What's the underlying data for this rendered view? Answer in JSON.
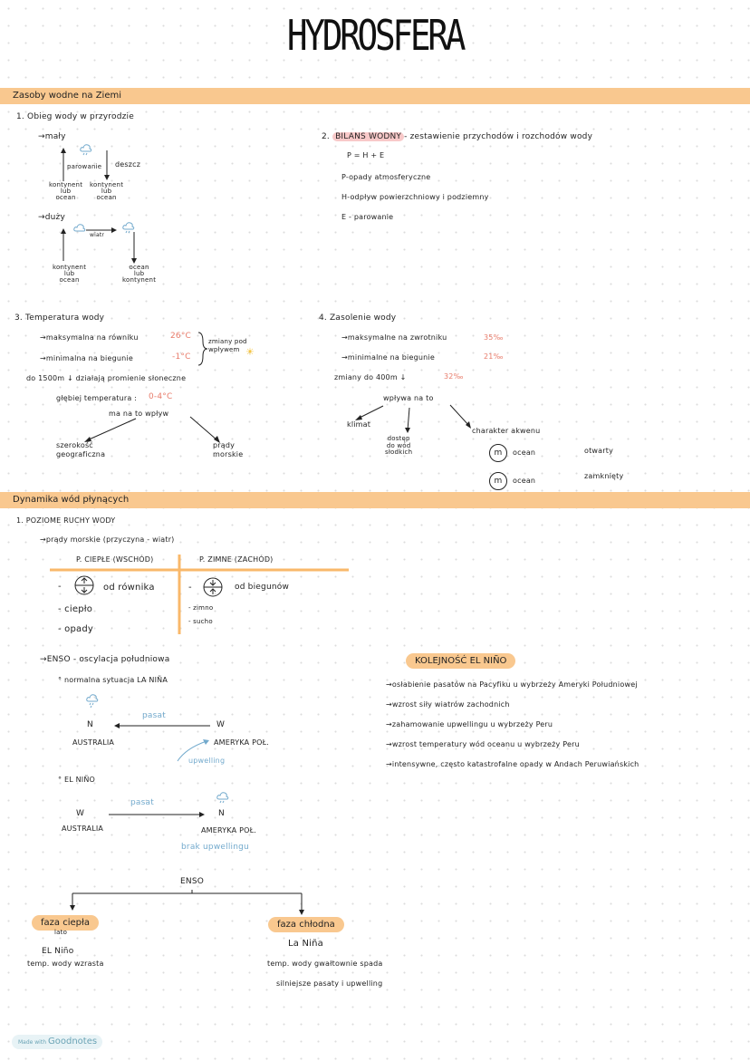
{
  "title": "HYDROSFERA",
  "sec1": {
    "band": "Zasoby wodne na Ziemi",
    "obieg": {
      "heading": "1. Obieg wody w przyrodzie",
      "maly": "→mały",
      "parowanie": "parowanie",
      "deszcz": "deszcz",
      "src": "kontynent\nlub\nocean",
      "dst": "kontynent\nlub\nocean",
      "duzy": "→duży",
      "wiatr": "wiatr",
      "src2": "kontynent\nlub\nocean",
      "dst2": "ocean\nlub\nkontynent"
    },
    "bilans": {
      "num": "2.",
      "term": "BILANS WODNY",
      "def": "- zestawienie przychodów i rozchodów wody",
      "formula": "P = H + E",
      "p": "P-opady atmosferyczne",
      "h": "H-odpływ powierzchniowy i podziemny",
      "e": "E - parowanie"
    },
    "temp": {
      "heading": "3. Temperatura wody",
      "max_label": "→maksymalna na równiku",
      "max_val": "26°C",
      "min_label": "→minimalna na biegunie",
      "min_val": "-1°C",
      "zmiany": "zmiany pod\nwpływem",
      "line3": "do 1500m ↓ działają promienie słoneczne",
      "deep_label": "głębiej temperatura :",
      "deep_val": "0-4°C",
      "wplyw": "ma na to wpływ",
      "szer": "szerokość\ngeograficzna",
      "prady": "prądy\nmorskie"
    },
    "zasolenie": {
      "heading": "4. Zasolenie wody",
      "max_label": "→maksymalne na zwrotniku",
      "max_val": "35‰",
      "min_label": "→minimalne na biegunie",
      "min_val": "21‰",
      "zm_label": "zmiany do 400m ↓",
      "zm_val": "32‰",
      "wplywa": "wpływa na to",
      "klimat": "klimat",
      "dostep": "dostęp\ndo wód\nsłodkich",
      "charakter": "charakter akwenu",
      "m1": "m",
      "m1_label": "ocean",
      "m1_desc": "otwarty",
      "m2": "m",
      "m2_label": "ocean",
      "m2_desc": "zamknięty"
    }
  },
  "sec2": {
    "band": "Dynamika wód płynących",
    "poziome": "1. POZIOME RUCHY WODY",
    "prady": "→prądy morskie (przyczyna - wiatr)",
    "col1_head": "P. CIEPŁE (WSCHÓD)",
    "col2_head": "P. ZIMNE (ZACHÓD)",
    "col1_rows": [
      "- od równika",
      "- ciepło",
      "- opady"
    ],
    "col2_rows": [
      "- od biegunów",
      "- zimno",
      "- sucho"
    ],
    "enso_head": "→ENSO - oscylacja południowa",
    "normal": "° normalna sytuacja LA NIÑA",
    "n_left": "N",
    "w_right": "W",
    "pasat1": "pasat",
    "australia1": "AUSTRALIA",
    "ameryka1": "AMERYKA POŁ.",
    "upwelling": "upwelling",
    "elnino": "° EL NIÑO",
    "w_left": "W",
    "n_right": "N",
    "pasat2": "pasat",
    "australia2": "AUSTRALIA",
    "ameryka2": "AMERYKA POŁ.",
    "brak": "brak upwellingu",
    "kolejnosc": "KOLEJNOŚĆ EL NIÑO",
    "steps": [
      "→osłabienie pasatów na Pacyfiku u wybrzeży Ameryki Południowej",
      "→wzrost siły wiatrów zachodnich",
      "→zahamowanie upwellingu u wybrzeży Peru",
      "→wzrost temperatury wód oceanu u wybrzeży Peru",
      "→intensywne, często katastrofalne opady w Andach Peruwiańskich"
    ],
    "enso2": "ENSO",
    "faza_ciepla": "faza ciepła",
    "lato": "lato",
    "el_nino2": "EL Niño",
    "temp_wzrasta": "temp. wody wzrasta",
    "faza_chlodna": "faza chłodna",
    "la_nina2": "La Niña",
    "temp_spada": "temp. wody gwałtownie spada",
    "silniejsze": "silniejsze pasaty i upwelling"
  },
  "footer": {
    "made": "Made with",
    "brand": "Goodnotes"
  },
  "colors": {
    "band": "#f9c88f",
    "red": "#e87b6a",
    "blue": "#73aacd",
    "highlight": "#f8c9c9"
  }
}
